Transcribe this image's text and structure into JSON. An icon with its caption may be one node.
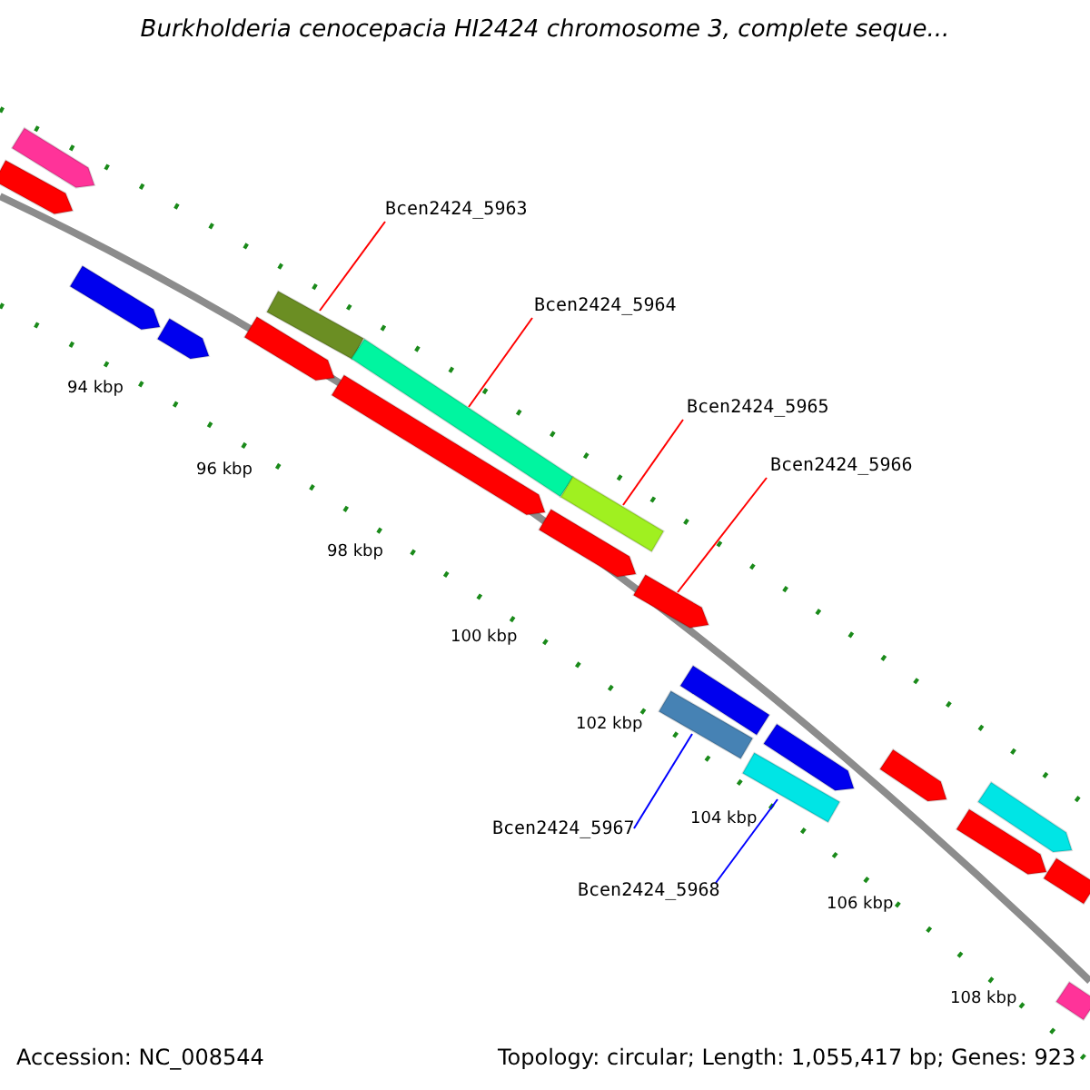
{
  "diagram": {
    "title": "Burkholderia cenocepacia HI2424 chromosome 3, complete seque...",
    "nodes": [
      {
        "text": [
          "Bcen2424_5963"
        ]
      },
      {
        "text": [
          "Bcen2424_5964"
        ]
      },
      {
        "text": [
          "Bcen2424_5965"
        ]
      },
      {
        "text": [
          "Bcen2424_5966"
        ]
      },
      {
        "text": [
          "Bcen2424_5967"
        ]
      },
      {
        "text": [
          "Bcen2424_5968"
        ]
      },
      {
        "text": [],
        "shape": "bar"
      },
      {
        "text": [],
        "shape": "bar"
      },
      {
        "text": [],
        "shape": "bar"
      },
      {
        "text": [],
        "shape": "bar"
      },
      {
        "text": [],
        "shape": "bar"
      },
      {
        "text": [],
        "shape": "bar"
      },
      {
        "text": [],
        "shape": "bar"
      },
      {
        "text": [],
        "shape": "bar"
      },
      {
        "text": [],
        "shape": "bar"
      },
      {
        "text": [],
        "shape": "bar"
      },
      {
        "text": [],
        "shape": "bar"
      },
      {
        "text": [],
        "shape": "bar"
      },
      {
        "text": [],
        "shape": "bar"
      },
      {
        "text": [],
        "shape": "bar"
      },
      {
        "text": [],
        "shape": "bar"
      },
      {
        "text": [],
        "shape": "bar"
      },
      {
        "text": [],
        "shape": "bar"
      },
      {
        "text": [],
        "shape": "bar"
      },
      {
        "text": [],
        "shape": "bar"
      },
      {
        "text": [],
        "shape": "bar"
      }
    ],
    "edges": [
      {
        "from": 0,
        "to": 11,
        "arrow": "none"
      },
      {
        "from": 1,
        "to": 13,
        "arrow": "none"
      },
      {
        "from": 2,
        "to": 15,
        "arrow": "none"
      },
      {
        "from": 3,
        "to": 16,
        "arrow": "none"
      },
      {
        "from": 4,
        "to": 17,
        "arrow": "none",
        "color": "#0000ff"
      },
      {
        "from": 5,
        "to": 19,
        "arrow": "none",
        "color": "#0000ff"
      }
    ],
    "labels": [
      "94 kbp",
      "96 kbp",
      "98 kbp",
      "100 kbp",
      "102 kbp",
      "104 kbp",
      "106 kbp",
      "108 kbp",
      "Accession: NC_008544",
      "Topology: circular; Length: 1,055,417 bp; Genes: 923"
    ]
  }
}
